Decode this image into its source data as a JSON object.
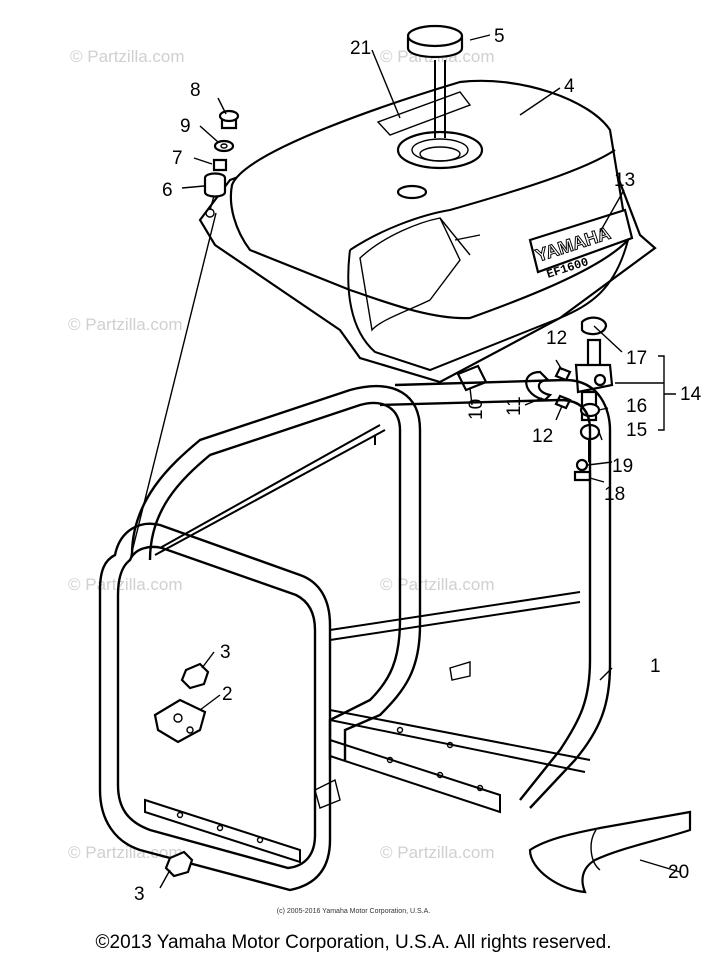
{
  "watermark": "© Partzilla.com",
  "callouts": {
    "c1": "1",
    "c2": "2",
    "c3a": "3",
    "c3b": "3",
    "c4": "4",
    "c5": "5",
    "c6": "6",
    "c7": "7",
    "c8": "8",
    "c9": "9",
    "c10": "10",
    "c11": "11",
    "c12a": "12",
    "c12b": "12",
    "c13": "13",
    "c14": "14",
    "c15": "15",
    "c16": "16",
    "c17": "17",
    "c18": "18",
    "c19": "19",
    "c20": "20",
    "c21": "21"
  },
  "tank_label": {
    "brand": "YAMAHA",
    "model": "EF1600"
  },
  "footer": {
    "small": "(c) 2005-2016 Yamaha Motor Corporation, U.S.A.",
    "main": "©2013 Yamaha Motor Corporation, U.S.A. All rights reserved."
  }
}
